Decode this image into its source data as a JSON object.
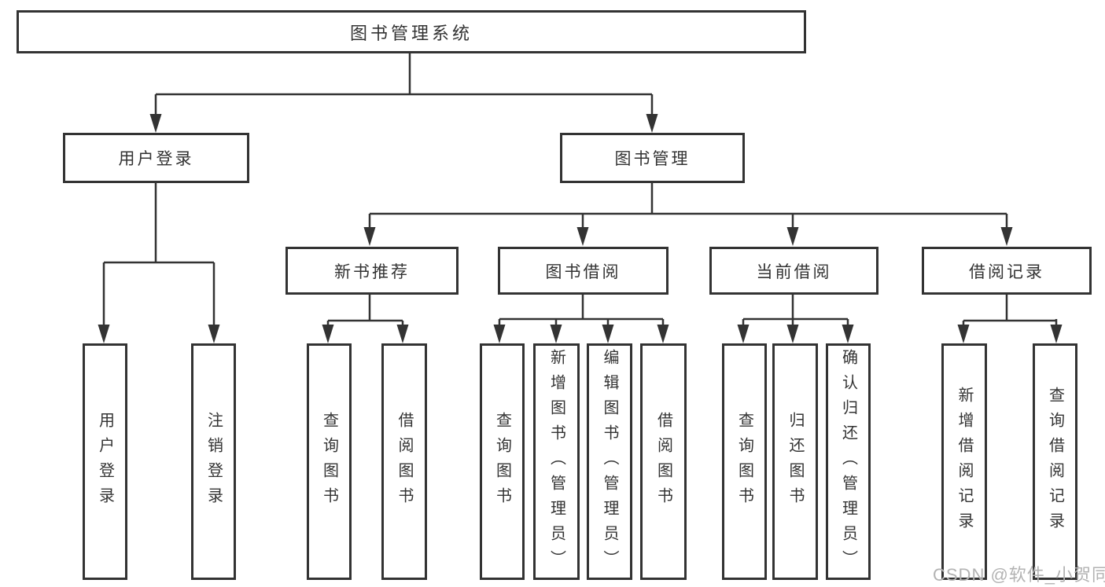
{
  "style": {
    "line_color": "#333333",
    "box_border_color": "#333333",
    "text_color": "#333333",
    "watermark_color": "#b3b3b3",
    "background_color": "#ffffff"
  },
  "hierarchy": {
    "root": {
      "id": "library-management-system",
      "label": "图书管理系统"
    },
    "branches": [
      {
        "id": "user-login",
        "label": "用户登录",
        "children": [
          {
            "id": "user-login-action",
            "label": "用户登录"
          },
          {
            "id": "logout-action",
            "label": "注销登录"
          }
        ]
      },
      {
        "id": "book-management",
        "label": "图书管理",
        "sections": [
          {
            "id": "new-book-recommendation",
            "label": "新书推荐",
            "children": [
              {
                "id": "query-books",
                "label": "查询图书"
              },
              {
                "id": "borrow-books",
                "label": "借阅图书"
              }
            ]
          },
          {
            "id": "book-borrowing",
            "label": "图书借阅",
            "children": [
              {
                "id": "query-books",
                "label": "查询图书"
              },
              {
                "id": "add-books-admin",
                "label": "新增图书（管理员）"
              },
              {
                "id": "edit-books-admin",
                "label": "编辑图书（管理员）"
              },
              {
                "id": "borrow-books",
                "label": "借阅图书"
              }
            ]
          },
          {
            "id": "current-borrowing",
            "label": "当前借阅",
            "children": [
              {
                "id": "query-books",
                "label": "查询图书"
              },
              {
                "id": "return-books",
                "label": "归还图书"
              },
              {
                "id": "confirm-return-admin",
                "label": "确认归还（管理员）"
              }
            ]
          },
          {
            "id": "borrowing-records",
            "label": "借阅记录",
            "children": [
              {
                "id": "add-borrowing-record",
                "label": "新增借阅记录"
              },
              {
                "id": "query-borrowing-record",
                "label": "查询借阅记录"
              }
            ]
          }
        ]
      }
    ]
  },
  "watermark": {
    "text": "CSDN @软件_小贺同学"
  }
}
